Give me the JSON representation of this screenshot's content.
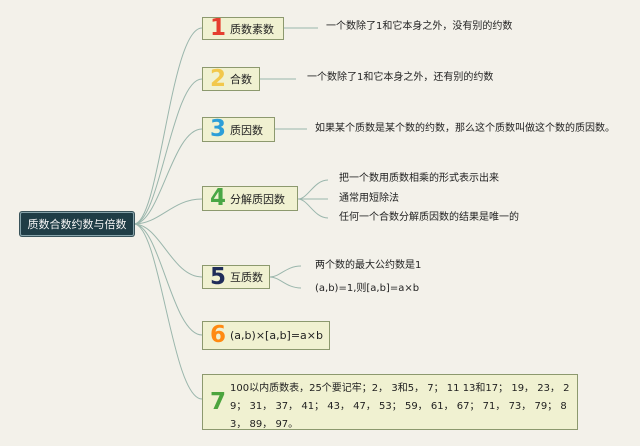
{
  "root": {
    "label": "质数合数约数与倍数"
  },
  "colors": {
    "background": "#f3f1ea",
    "connector": "#9ab6ac",
    "root_bg": "#1f3d46",
    "branch_bg": "#f0f1d1",
    "branch_border": "#8c996e",
    "num1": "#e53e2f",
    "num2": "#f2c84b",
    "num3": "#2c9fd8",
    "num4": "#49a745",
    "num5": "#1f2d5a",
    "num6": "#ff8a12",
    "num7": "#4ca53e"
  },
  "branches": [
    {
      "number": "1",
      "label": "质数素数",
      "details": [
        "一个数除了1和它本身之外，没有别的约数"
      ]
    },
    {
      "number": "2",
      "label": "合数",
      "details": [
        "一个数除了1和它本身之外，还有别的约数"
      ]
    },
    {
      "number": "3",
      "label": "质因数",
      "details": [
        "如果某个质数是某个数的约数，那么这个质数叫做这个数的质因数。"
      ]
    },
    {
      "number": "4",
      "label": "分解质因数",
      "details": [
        "把一个数用质数相乘的形式表示出来",
        "通常用短除法",
        "任何一个合数分解质因数的结果是唯一的"
      ]
    },
    {
      "number": "5",
      "label": "互质数",
      "details": [
        "两个数的最大公约数是1",
        "(a,b)=1,则[a,b]=a×b"
      ]
    },
    {
      "number": "6",
      "label": "(a,b)×[a,b]=a×b",
      "details": []
    },
    {
      "number": "7",
      "label": "100以内质数表，25个要记牢；2， 3和5， 7； 11 13和17； 19， 23， 29； 31， 37， 41； 43， 47， 53； 59， 61， 67； 71， 73， 79； 83， 89， 97。",
      "details": []
    }
  ]
}
